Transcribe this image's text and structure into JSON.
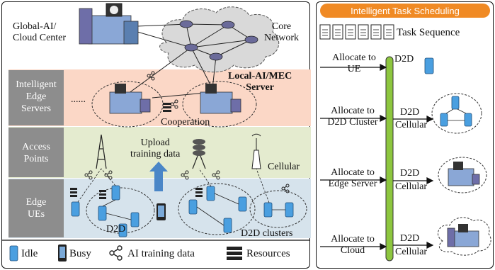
{
  "left_panel": {
    "global_ai_label": "Global-AI/\nCloud Center",
    "core_network_label": "Core\nNetwork",
    "layers": [
      {
        "id": "edge-servers",
        "label": "Intelligent\nEdge\nServers",
        "color": "#fbd7c6"
      },
      {
        "id": "access-points",
        "label": "Access\nPoints",
        "color": "#e4ebcf"
      },
      {
        "id": "edge-ues",
        "label": "Edge\nUEs",
        "color": "#d6e3ec"
      }
    ],
    "local_ai_label": "Local-AI/MEC\nServer",
    "dots_label": "......",
    "cooperation_label": "Cooperation",
    "upload_label": "Upload\ntraining data",
    "cellular_label": "Cellular",
    "d2d_label": "D2D",
    "d2d_clusters_label": "D2D clusters"
  },
  "legend": {
    "idle": "Idle",
    "busy": "Busy",
    "ai_training": "AI training data",
    "resources": "Resources"
  },
  "right_panel": {
    "title": "Intelligent Task Scheduling",
    "title_color": "#f08a24",
    "task_sequence_label": "Task Sequence",
    "rows": [
      {
        "label": "Allocate to\nUE",
        "links": [
          "D2D"
        ]
      },
      {
        "label": "Allocate to\nD2D Cluster",
        "links": [
          "D2D",
          "Cellular"
        ]
      },
      {
        "label": "Allocate to\nEdge Server",
        "links": [
          "D2D",
          "Cellular"
        ]
      },
      {
        "label": "Allocate to\nCloud",
        "links": [
          "D2D",
          "Cellular"
        ]
      }
    ]
  }
}
